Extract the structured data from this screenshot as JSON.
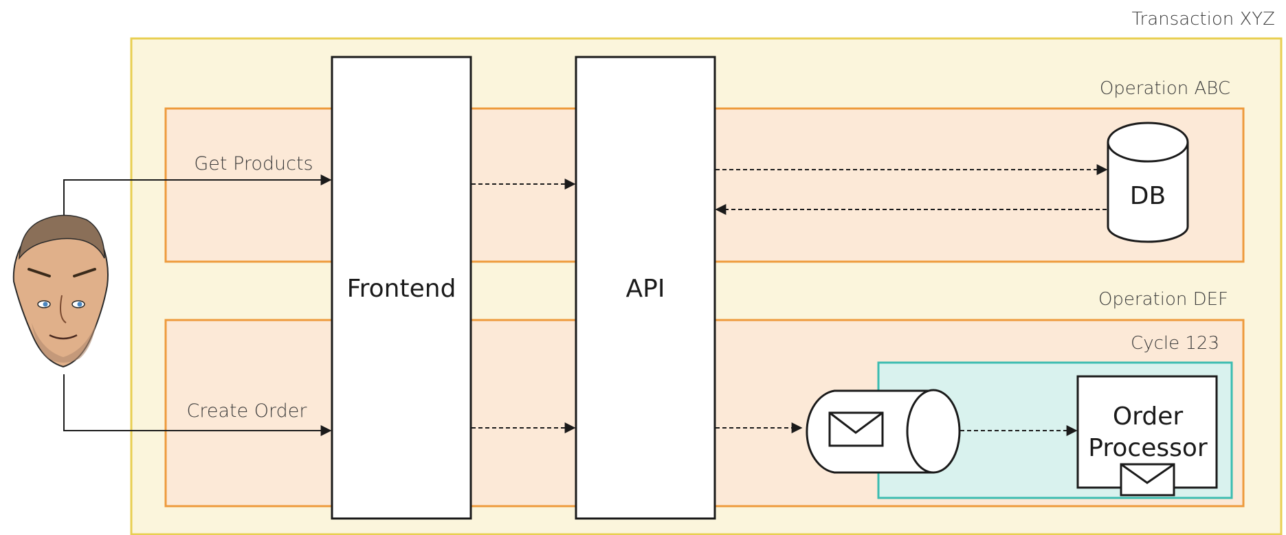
{
  "transaction": {
    "label": "Transaction XYZ"
  },
  "operations": [
    {
      "label": "Operation ABC",
      "flow_label": "Get Products"
    },
    {
      "label": "Operation DEF",
      "flow_label": "Create Order",
      "cycle": {
        "label": "Cycle 123"
      }
    }
  ],
  "components": {
    "frontend": "Frontend",
    "api": "API",
    "db": "DB",
    "order_processor": [
      "Order",
      "Processor"
    ]
  },
  "colors": {
    "transaction_fill": "#fbf5dc",
    "transaction_border": "#e8cf52",
    "operation_fill": "#fce9d7",
    "operation_border": "#ee9a3c",
    "cycle_fill": "#d9f2ee",
    "cycle_border": "#3cbcb0",
    "line": "#1a1a1a"
  },
  "icons": {
    "user": "user-avatar-icon",
    "queue": "message-queue-icon",
    "envelope": "envelope-icon",
    "database": "database-icon"
  }
}
